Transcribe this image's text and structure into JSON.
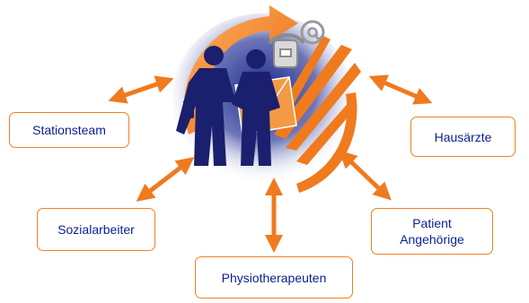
{
  "diagram": {
    "nodes": {
      "stationsteam": "Stationsteam",
      "hausaerzte": "Hausärzte",
      "sozialarbeiter": "Sozialarbeiter",
      "patient_line1": "Patient",
      "patient_line2": "Angehörige",
      "physiotherapeuten": "Physiotherapeuten"
    },
    "edges": [
      {
        "from": "center",
        "to": "stationsteam",
        "style": "double-arrow"
      },
      {
        "from": "center",
        "to": "hausaerzte",
        "style": "double-arrow"
      },
      {
        "from": "center",
        "to": "sozialarbeiter",
        "style": "double-arrow"
      },
      {
        "from": "center",
        "to": "patient",
        "style": "double-arrow"
      },
      {
        "from": "center",
        "to": "physiotherapeuten",
        "style": "double-arrow"
      }
    ],
    "center_icons": [
      "handshake-icon",
      "envelope-icon",
      "telephone-icon",
      "at-sign-icon"
    ],
    "colors": {
      "arrow": "#f07a1e",
      "box_border": "#f08020",
      "text": "#0a1f8f",
      "figures": "#1a1f6e"
    }
  }
}
